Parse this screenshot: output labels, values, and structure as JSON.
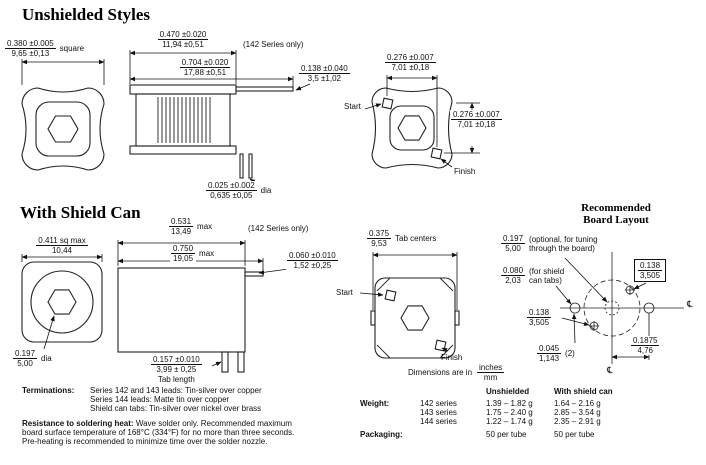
{
  "headings": {
    "unshielded": "Unshielded Styles",
    "shielded": "With Shield Can",
    "board_line1": "Recommended",
    "board_line2": "Board Layout"
  },
  "unshielded": {
    "dim_body_square": {
      "in": "0.380 ±0.005",
      "mm": "9,65 ±0,13",
      "suffix": "square"
    },
    "dim_top_width": {
      "in": "0.470 ±0.020",
      "mm": "11,94 ±0,51"
    },
    "note_142_series": "(142 Series only)",
    "dim_overall_width": {
      "in": "0.704 ±0.020",
      "mm": "17,88 ±0,51"
    },
    "dim_lead_length": {
      "in": "0.138 ±0.040",
      "mm": "3,5 ±1,02"
    },
    "dim_lead_spacing_h": {
      "in": "0.276 ±0.007",
      "mm": "7,01 ±0,18"
    },
    "dim_lead_spacing_v": {
      "in": "0.276 ±0.007",
      "mm": "7,01 ±0,18"
    },
    "dim_lead_dia": {
      "in": "0.025 ±0.002",
      "mm": "0,635 ±0,05",
      "suffix": "dia"
    },
    "start_label": "Start",
    "finish_label": "Finish"
  },
  "shielded": {
    "dim_can_width": {
      "in": "0.531",
      "mm": "13,49",
      "suffix": "max"
    },
    "note_142_series": "(142 Series only)",
    "dim_can_height": {
      "in": "0.750",
      "mm": "19,05",
      "suffix": "max"
    },
    "dim_standoff": {
      "in": "0.060 ±0.010",
      "mm": "1,52 ±0,25"
    },
    "dim_body_square": {
      "in": "0.411 sq max",
      "mm": "10,44"
    },
    "dim_hex_dia": {
      "in": "0.197",
      "mm": "5,00",
      "suffix": "dia"
    },
    "dim_tab_length": {
      "in": "0.157 ±0.010",
      "mm": "3,99 ± 0,25",
      "suffix": "Tab length"
    },
    "dim_tab_centers": {
      "in": "0.375",
      "mm": "9,53",
      "suffix": "Tab centers"
    },
    "start_label": "Start",
    "finish_label": "Finish"
  },
  "board": {
    "dim_tuning_hole": {
      "in": "0.197",
      "mm": "5,00",
      "note1": "(optional, for tuning",
      "note2": "through the board)"
    },
    "dim_pin_offset_x": {
      "in": "0.138",
      "mm": "3,505"
    },
    "dim_shield_tab_hole": {
      "in": "0.080",
      "mm": "2,03",
      "note1": "(for shield",
      "note2": "can tabs)"
    },
    "dim_pin_offset_y": {
      "in": "0.138",
      "mm": "3,505"
    },
    "dim_tab_slot": {
      "in": "0.045",
      "mm": "1,143",
      "suffix": "(2)"
    },
    "dim_tab_offset": {
      "in": "0.1875",
      "mm": "4,76"
    },
    "centerline_symbol": "℄"
  },
  "dimensions_note": {
    "label": "Dimensions are in",
    "top": "inches",
    "bottom": "mm"
  },
  "footer": {
    "terminations_label": "Terminations:",
    "terminations": [
      "Series 142 and 143 leads: Tin-silver over copper",
      "Series 144 leads: Matte tin over copper",
      "Shield can tabs: Tin-silver over nickel over brass"
    ],
    "resistance_label": "Resistance to soldering heat:",
    "resistance_lines": [
      "Wave solder only. Recommended maximum",
      "board surface temperature of 168°C (334°F) for no more than three seconds.",
      "Pre-heating is recommended to minimize time over the solder nozzle."
    ],
    "weight_label": "Weight:",
    "packaging_label": "Packaging:",
    "col_unshielded": "Unshielded",
    "col_shielded": "With shield can",
    "weight_rows": [
      {
        "series": "142 series",
        "unshielded": "1.39 – 1.82 g",
        "shielded": "1.64 – 2.16 g"
      },
      {
        "series": "143 series",
        "unshielded": "1.75 – 2.40 g",
        "shielded": "2.85 – 3.54 g"
      },
      {
        "series": "144 series",
        "unshielded": "1.22 – 1.74 g",
        "shielded": "2.35 – 2.91 g"
      }
    ],
    "packaging_unshielded": "50 per tube",
    "packaging_shielded": "50 per tube"
  }
}
